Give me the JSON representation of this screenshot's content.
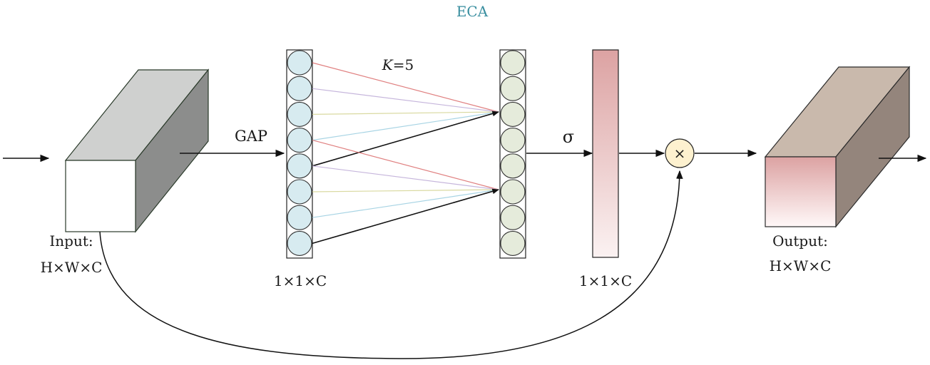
{
  "title": "ECA",
  "labels": {
    "gap": "GAP",
    "kernel_var": "K",
    "kernel_eq": "=5",
    "sigma": "σ",
    "multiply": "×",
    "input_name": "Input:",
    "input_dims": "H×W×C",
    "gap_dims": "1×1×C",
    "weights_dims": "1×1×C",
    "output_name": "Output:",
    "output_dims": "H×W×C"
  },
  "colors": {
    "title": "#3a8fa0",
    "input_box_top": "#cfd0cf",
    "input_box_side": "#8c8d8c",
    "input_box_front": "#ffffff",
    "output_box_top": "#c9b9ac",
    "output_box_side": "#94857c",
    "output_gradient_top": "#dca2a2",
    "output_gradient_bottom": "#fff8f8",
    "gap_node_fill": "#d7ebf0",
    "conv_node_fill": "#e5ebdb",
    "weight_bar_top": "#dca2a2",
    "weight_bar_bottom": "#fbf2f2",
    "multiply_node_fill": "#fdf1cf",
    "kernel_lines": [
      "#e08080",
      "#c6b6dc",
      "#d9d9a0",
      "#a8d4e4",
      "#111111"
    ]
  },
  "gap_node_count": 8,
  "conv_node_count": 8
}
